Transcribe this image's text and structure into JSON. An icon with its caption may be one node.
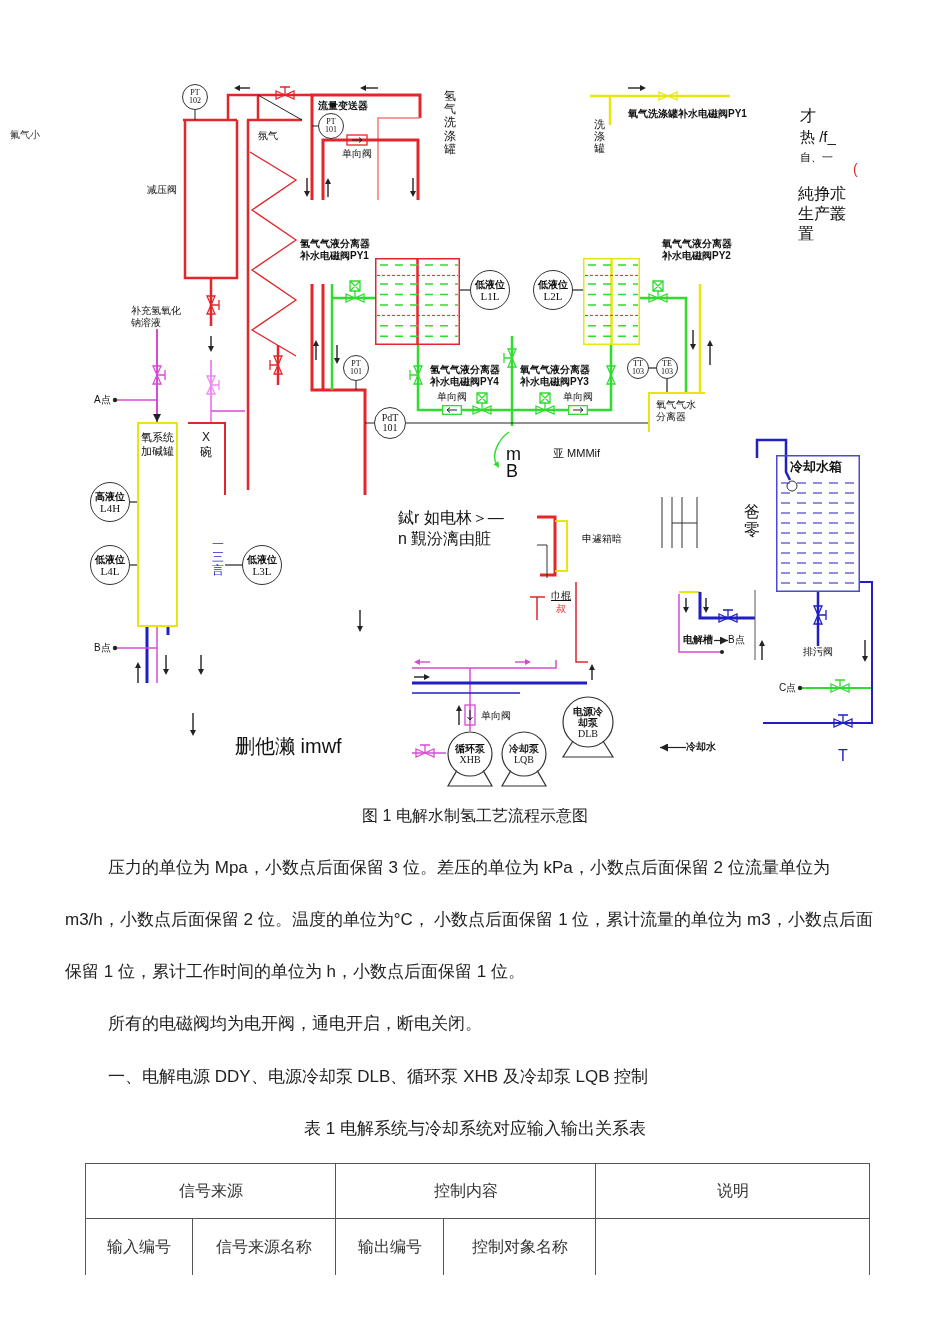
{
  "diagram": {
    "caption": "图 1 电解水制氢工艺流程示意图",
    "nodes": [
      {
        "text": [
          "PT 102"
        ]
      },
      {
        "text": [
          "PT 101"
        ],
        "beside": [
          "流量变送器"
        ]
      },
      {
        "text": [],
        "shape": "box"
      },
      {
        "text": [
          "低液位",
          "L1L"
        ]
      },
      {
        "text": [
          "低液位",
          "L2L"
        ]
      },
      {
        "text": [],
        "shape": "box"
      },
      {
        "text": [
          "PT 101"
        ]
      },
      {
        "text": [
          "TT 103"
        ]
      },
      {
        "text": [
          "TE 103"
        ]
      },
      {
        "text": [
          "PdT 101"
        ]
      },
      {
        "text": [
          "氧气气水分离器"
        ]
      },
      {
        "text": [
          "氧系统加碱罐"
        ]
      },
      {
        "text": [
          "X 碗"
        ]
      },
      {
        "text": [
          "冷却水箱"
        ]
      },
      {
        "text": [
          "高液位",
          "L4H"
        ]
      },
      {
        "text": [
          "低液位",
          "L4L"
        ]
      },
      {
        "text": [
          "一三言"
        ]
      },
      {
        "text": [
          "低液位",
          "L3L"
        ]
      },
      {
        "text": [
          "电解槽"
        ]
      },
      {
        "text": [
          "B点"
        ]
      },
      {
        "text": [
          "电源冷却泵",
          "DLB"
        ]
      },
      {
        "text": [
          "冷却水"
        ]
      },
      {
        "text": [
          "循环泵",
          "XHB"
        ]
      },
      {
        "text": [
          "冷却泵",
          "LQB"
        ]
      },
      {
        "text": [
          "补充氢氧化钠溶液"
        ]
      },
      {
        "text": [
          "A点"
        ]
      },
      {
        "text": [
          "B点"
        ]
      },
      {
        "text": [
          "排污阀"
        ]
      },
      {
        "text": [
          "C点"
        ]
      },
      {
        "text": [],
        "shape": "box",
        "beside": [
          "单向阀"
        ]
      },
      {
        "text": [],
        "shape": "box",
        "beside": [
          "单向阀"
        ]
      }
    ],
    "edges": [
      {
        "from": 3,
        "to": 2,
        "arrow": "none"
      },
      {
        "from": 4,
        "to": 5,
        "arrow": "none"
      },
      {
        "from": 7,
        "to": 8,
        "arrow": "none"
      },
      {
        "from": 9,
        "to": 10,
        "arrow": "none"
      },
      {
        "from": 14,
        "to": 11,
        "arrow": "none"
      },
      {
        "from": 15,
        "to": 11,
        "arrow": "none"
      },
      {
        "from": 17,
        "to": 16,
        "arrow": "none"
      },
      {
        "from": 18,
        "to": 19,
        "arrow": "to"
      },
      {
        "from": 21,
        "to": null,
        "arrow": "to"
      },
      {
        "from": 2,
        "to": 29,
        "arrow": "none",
        "color": "#2fdc2f"
      },
      {
        "from": 5,
        "to": 10,
        "arrow": "none",
        "color": "#2fdc2f"
      },
      {
        "from": 8,
        "to": 10,
        "arrow": "none"
      },
      {
        "from": 24,
        "to": 11,
        "arrow": "to",
        "color": "#d54bd5"
      },
      {
        "from": 25,
        "to": null,
        "arrow": "other",
        "color": "#d54bd5"
      },
      {
        "from": 26,
        "to": null,
        "arrow": "other",
        "color": "#d54bd5"
      },
      {
        "from": 13,
        "to": 27,
        "arrow": "none",
        "color": "#1f1fc4"
      },
      {
        "from": 28,
        "to": null,
        "arrow": "other",
        "color": "#2fdc2f"
      },
      {
        "from": 13,
        "to": null,
        "arrow": "none",
        "color": "#1f1fc4"
      },
      {
        "from": 29,
        "to": 30,
        "arrow": "none",
        "color": "#2fdc2f"
      },
      {
        "from": 30,
        "to": 5,
        "arrow": "none",
        "color": "#2fdc2f"
      }
    ],
    "labels": [
      "氟气小",
      "氢气洗涤罐",
      "氛气",
      "单向阀",
      "洗涤罐",
      "氧气洗涤罐补水电磁阀PY1",
      "才",
      "热 /f_",
      "自、一",
      "(",
      "純挣朮生产叢置",
      "减压阀",
      "氢气气液分离器补水电磁阀PY1",
      "氧气气液分离器补水电磁阀PY2",
      "氢气气液分离器补水电磁阀PY4",
      "氧气气液分离器补水电磁阀PY3",
      "mB",
      "亚 MMMif",
      "鋱r 如电林＞—",
      "n 覲汾漓由賍",
      "申遽箱暗",
      "爸零",
      "巾棍",
      "叔",
      "单向阀",
      "删他濑 imwf",
      "T",
      "压力的单位为 Mpa，小数点后面保留 3 位。差压的单位为 kPa，小数点后面保留 2 位流量单位为 m3/h，小数点后面保留 2 位。温度的单位为°C， 小数点后面保留 1 位，累计流量的单位为 m3，小数点后面保留 1 位，累计工作时间的单位为 h，小数点后面保留 1 位。",
      "所有的电磁阀均为电开阀，通电开启，断电关闭。",
      "一、电解电源 DDY、电源冷却泵 DLB、循环泵 XHB 及冷却泵 LQB 控制",
      "表 1 电解系统与冷却系统对应输入输出关系表",
      "信号来源",
      "控制内容",
      "说明",
      "输入编号",
      "信号来源名称",
      "输出编号",
      "控制对象名称"
    ]
  }
}
